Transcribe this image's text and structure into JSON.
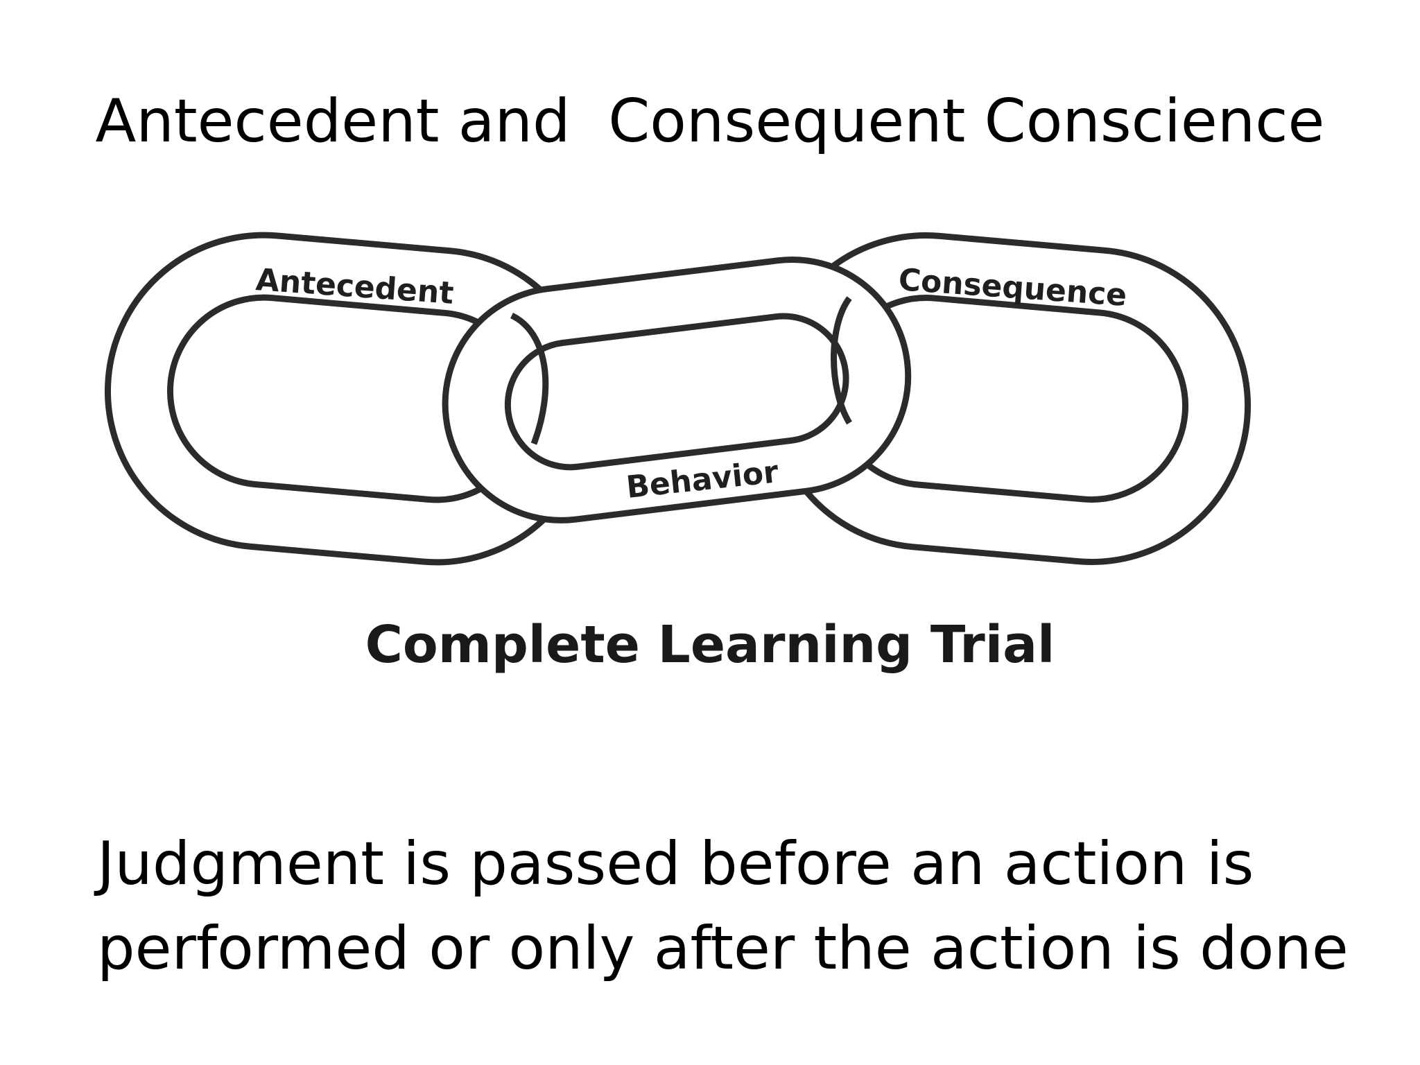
{
  "slide": {
    "title": "Antecedent and  Consequent Conscience",
    "body": "Judgment is passed before an action is\nperformed or  only after the action is done"
  },
  "diagram": {
    "links": [
      {
        "label": "Antecedent"
      },
      {
        "label": "Behavior"
      },
      {
        "label": "Consequence"
      }
    ],
    "caption": "Complete Learning Trial",
    "stroke_color": "#2b2b2b"
  }
}
